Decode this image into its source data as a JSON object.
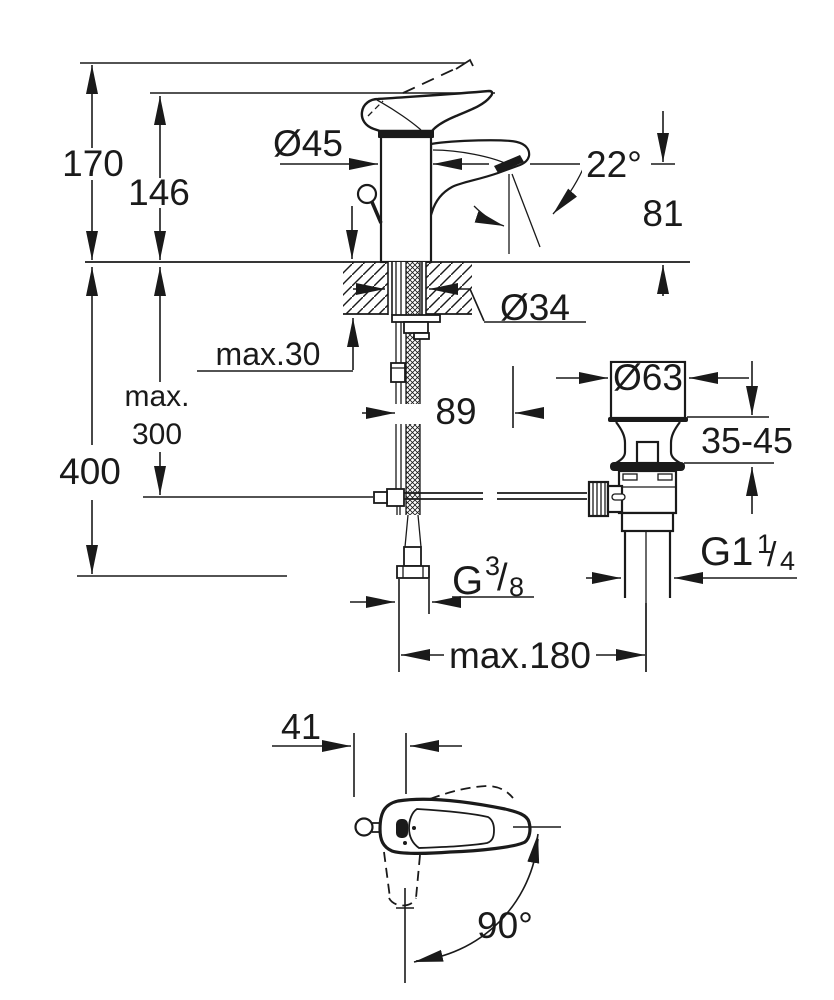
{
  "document": {
    "type": "technical dimensional drawing",
    "subject": "single-lever basin mixer with pop-up waste set"
  },
  "colors": {
    "ink": "#1a1a1a",
    "paper": "#ffffff"
  },
  "labels": {
    "total_height": "170",
    "body_height": "146",
    "hose_length": "400",
    "rod_max_word": "max.",
    "rod_max_value": "300",
    "body_diameter": "Ø45",
    "spray_angle": "22°",
    "spout_height": "81",
    "hole_diameter": "Ø34",
    "deck_thickness": "max.30",
    "spout_projection": "89",
    "waste_top_diameter": "Ø63",
    "clamp_range": "35-45",
    "supply_thread_g": "G",
    "supply_thread_numerator": "3",
    "supply_thread_slash": "/",
    "supply_thread_denominator": "8",
    "waste_thread_g": "G1",
    "waste_thread_numerator": "1",
    "waste_thread_slash": "/",
    "waste_thread_denominator": "4",
    "center_distance": "max.180",
    "handle_overhang": "41",
    "swivel_angle": "90°"
  }
}
